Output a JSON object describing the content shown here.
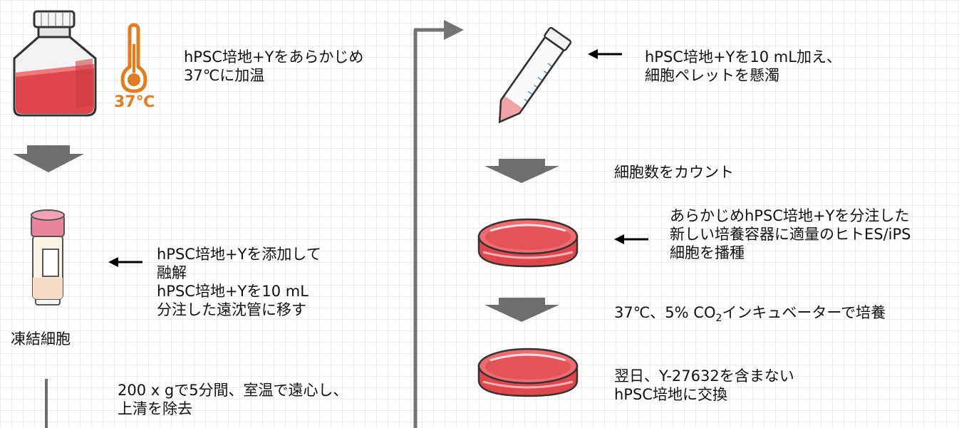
{
  "left": {
    "step1": {
      "lines": [
        "hPSC培地+Yをあらかじめ",
        "37℃に加温"
      ],
      "temp_label": "37℃"
    },
    "step2": {
      "lines": [
        "hPSC培地+Yを添加して",
        "融解",
        "hPSC培地+Yを10 mL",
        "分注した遠沈管に移す"
      ],
      "vial_caption": "凍結細胞"
    },
    "step3": {
      "lines": [
        "200 x gで5分間、室温で遠心し、",
        "上清を除去"
      ]
    }
  },
  "right": {
    "step1": {
      "lines": [
        "hPSC培地+Yを10 mL加え、",
        "細胞ペレットを懸濁"
      ]
    },
    "step2": {
      "text": "細胞数をカウント"
    },
    "step3": {
      "lines": [
        "あらかじめhPSC培地+Yを分注した",
        "新しい培養容器に適量のヒトES/iPS",
        "細胞を播種"
      ]
    },
    "step4": {
      "prefix": "37℃、5% CO",
      "subscript": "2",
      "suffix": "インキュベーターで培養"
    },
    "step5": {
      "lines": [
        "翌日、Y-27632を含まない",
        "hPSC培地に交換"
      ]
    }
  },
  "colors": {
    "medium_red": "#e0474c",
    "thermometer_orange": "#e27c1f",
    "arrow_gray": "#6e6e6e",
    "connector_gray": "#737373"
  }
}
